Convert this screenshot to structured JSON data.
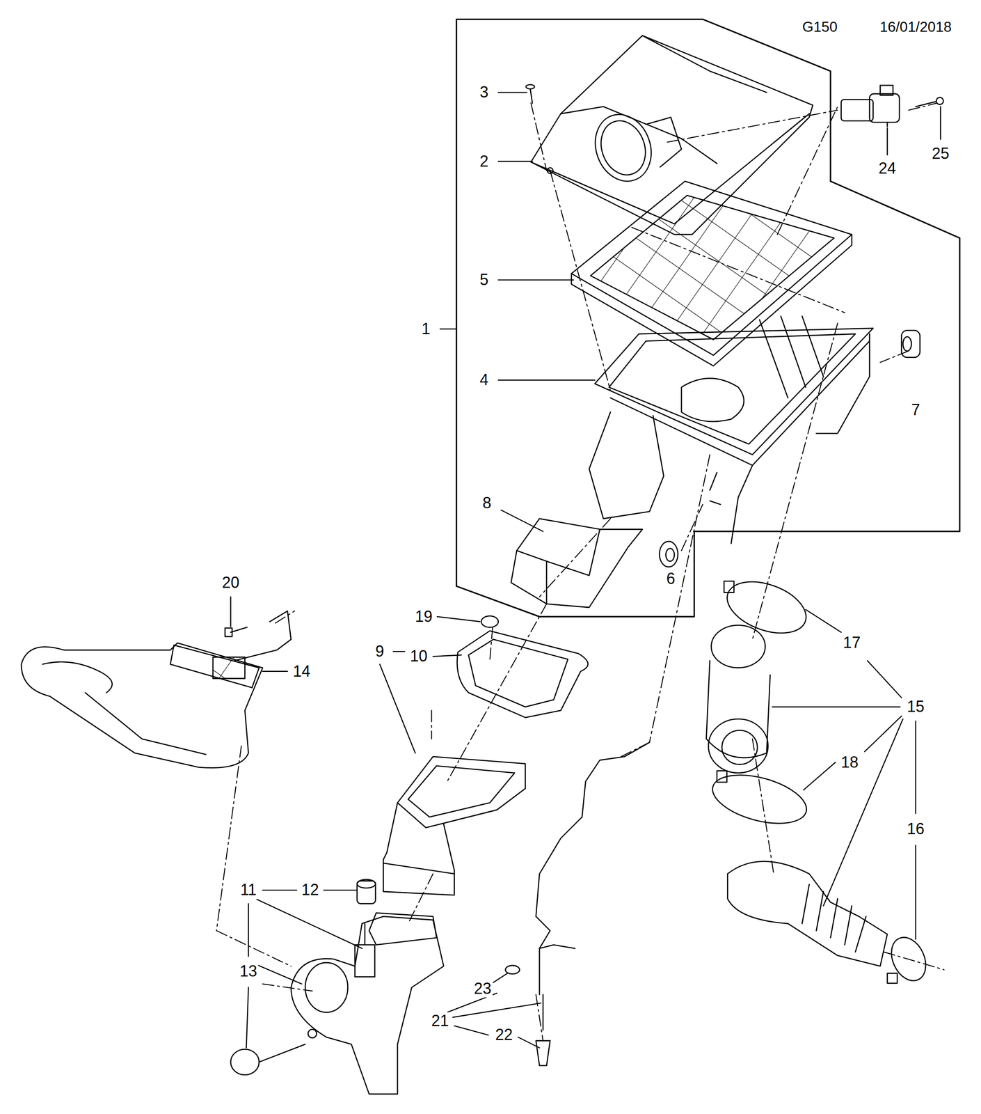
{
  "diagram": {
    "labels": [
      "G150",
      "16/01/2018",
      "3",
      "2",
      "5",
      "1",
      "4",
      "7",
      "8",
      "6",
      "24",
      "25",
      "20",
      "19",
      "9",
      "10",
      "14",
      "17",
      "15",
      "18",
      "16",
      "11",
      "12",
      "13",
      "23",
      "21",
      "22"
    ]
  }
}
